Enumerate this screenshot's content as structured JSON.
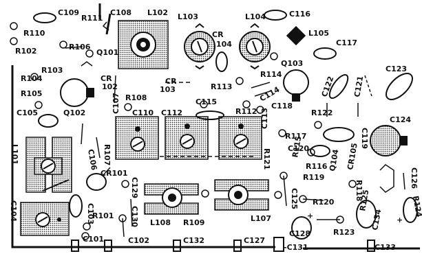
{
  "labels": {
    "C109": "C109",
    "R111": "R111",
    "C108": "C108",
    "L102": "L102",
    "L103": "L103",
    "L104": "L104",
    "C116": "C116",
    "R110": "R110",
    "CR104a": "CR",
    "CR104b": "104",
    "L105": "L105",
    "R102": "R102",
    "R106": "R106",
    "Q101": "Q101",
    "C117": "C117",
    "Q103": "Q103",
    "R103": "R103",
    "R104": "R104",
    "CR102a": "CR",
    "CR102b": "102",
    "CR103a": "CR",
    "CR103b": "103",
    "R114": "R114",
    "C123": "C123",
    "R105": "R105",
    "R108": "R108",
    "R113": "R113",
    "C122": "C122",
    "C121": "C121",
    "C114": "C114",
    "C105": "C105",
    "Q102": "Q102",
    "C107": "C107",
    "C115": "C115",
    "C118": "C118",
    "C110": "C110",
    "C112": "C112",
    "R112": "R112",
    "R122": "R122",
    "C124": "C124",
    "C113": "C113",
    "R117": "R117",
    "L101": "L101",
    "C106": "C106",
    "R107": "R107",
    "C119": "C119",
    "C120": "C120",
    "R115": "R115",
    "R121": "R121",
    "R116": "R116",
    "CR105": "CR105",
    "Q104": "Q104",
    "C126": "C126",
    "C104": "C104",
    "CR101": "CR101",
    "C129": "C129",
    "R119": "R119",
    "R118": "R118",
    "C125": "C125",
    "R120": "R120",
    "R125": "R125",
    "R124": "R124",
    "C103": "C103",
    "C130": "C130",
    "R101": "R101",
    "L108": "L108",
    "R109": "R109",
    "L107": "L107",
    "C134": "C134",
    "C128": "C128",
    "R123": "R123",
    "C101": "C101",
    "C102": "C102",
    "C132": "C132",
    "C127": "C127",
    "C131": "-C131",
    "C133": "C133",
    "plus1": "+",
    "plus2": "+"
  }
}
